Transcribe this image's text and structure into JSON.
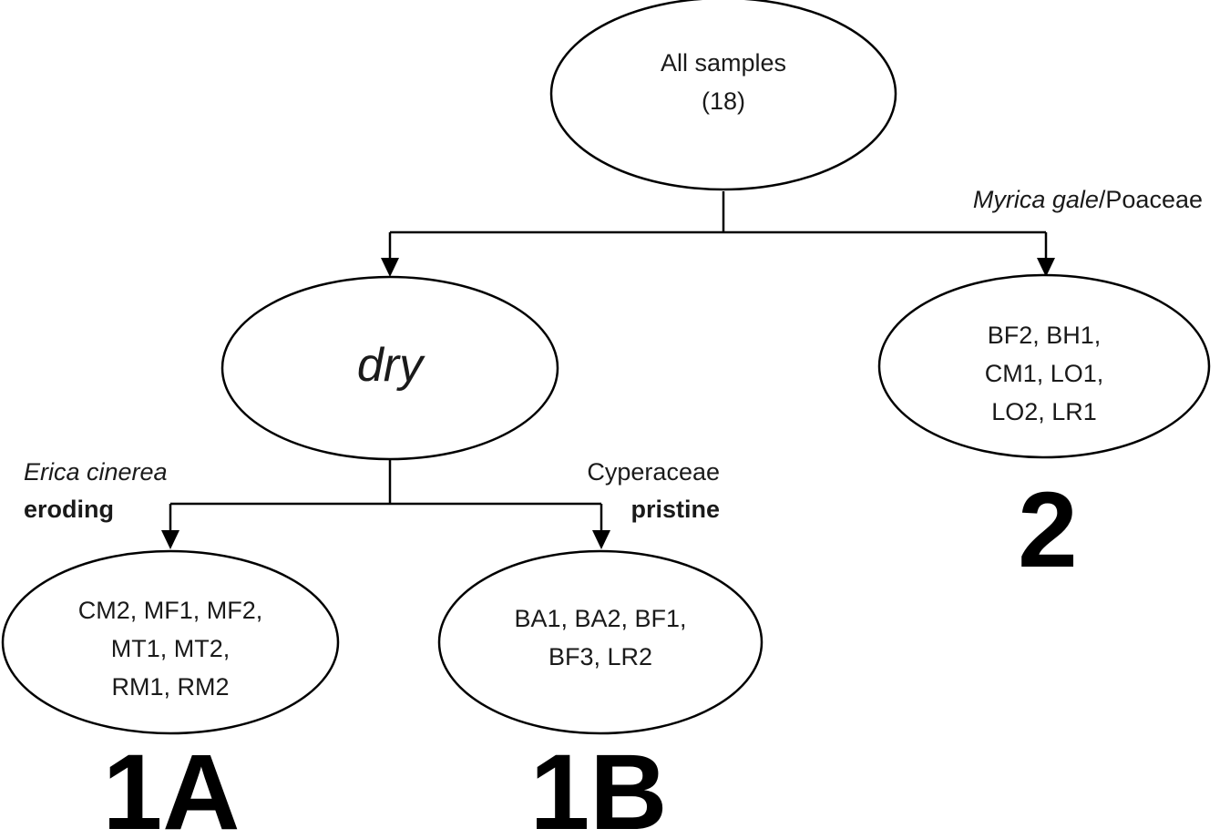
{
  "root": {
    "line1": "All samples",
    "line2": "(18)"
  },
  "dry": {
    "label": "dry"
  },
  "branch_left_top": {
    "italic": "Erica cinerea",
    "bold": "eroding"
  },
  "branch_right_top": {
    "plain": "Cyperaceae",
    "bold": "pristine"
  },
  "branch_two": {
    "italic": "Myrica gale",
    "plain": "/Poaceae"
  },
  "node_1a": {
    "lines": [
      "CM2, MF1, MF2,",
      "MT1, MT2,",
      "RM1, RM2"
    ],
    "group": "1A"
  },
  "node_1b": {
    "lines": [
      "BA1, BA2, BF1,",
      "BF3, LR2"
    ],
    "group": "1B"
  },
  "node_2": {
    "lines": [
      "BF2, BH1,",
      "CM1, LO1,",
      "LO2, LR1"
    ],
    "group": "2"
  }
}
